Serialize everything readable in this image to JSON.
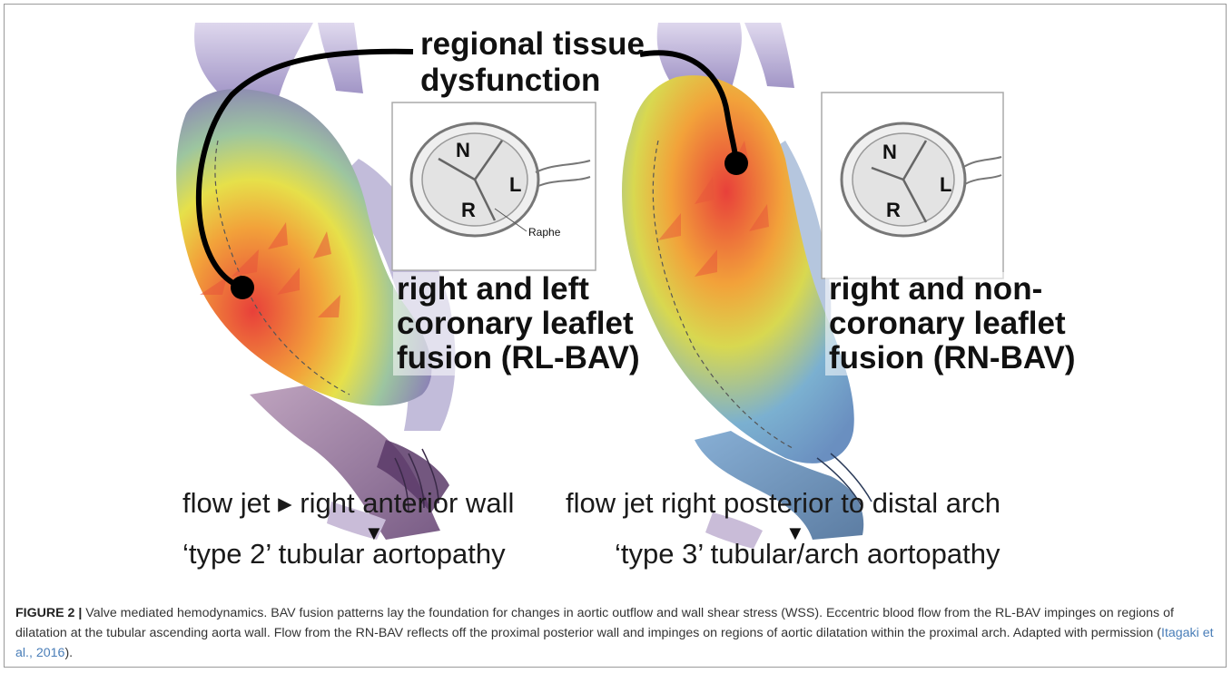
{
  "figure": {
    "top_label": [
      "regional tissue",
      "dysfunction"
    ],
    "left": {
      "inset_letters": [
        "N",
        "L",
        "R"
      ],
      "inset_raphe": "Raphe",
      "fusion_lines": [
        "right and left",
        "coronary leaflet",
        "fusion (RL-BAV)"
      ],
      "flow_prefix": "flow jet",
      "flow_arrow": "▸",
      "flow_target": "right anterior wall",
      "down_arrow": "▼",
      "aortopathy": "‘type 2’ tubular aortopathy"
    },
    "right": {
      "inset_letters": [
        "N",
        "L",
        "R"
      ],
      "fusion_lines": [
        "right and non-",
        "coronary leaflet",
        "fusion (RN-BAV)"
      ],
      "flow_prefix": "flow jet",
      "flow_target": "right posterior to distal arch",
      "down_arrow": "▼",
      "aortopathy": "‘type 3’ tubular/arch aortopathy"
    }
  },
  "caption": {
    "label": "FIGURE 2 |",
    "text": " Valve mediated hemodynamics. BAV fusion patterns lay the foundation for changes in aortic outflow and wall shear stress (WSS). Eccentric blood flow from the RL-BAV impinges on regions of dilatation at the tubular ascending aorta wall. Flow from the RN-BAV reflects off the proximal posterior wall and impinges on regions of aortic dilatation within the proximal arch. Adapted with permission (",
    "citation": "Itagaki et al., 2016",
    "end": ")."
  },
  "colors": {
    "heat_red": "#e8403a",
    "heat_yellow": "#e6e04a",
    "heat_blue": "#6aa0d8",
    "vessel_purple": "#8a7bb8",
    "citation_blue": "#4a7eb8"
  }
}
